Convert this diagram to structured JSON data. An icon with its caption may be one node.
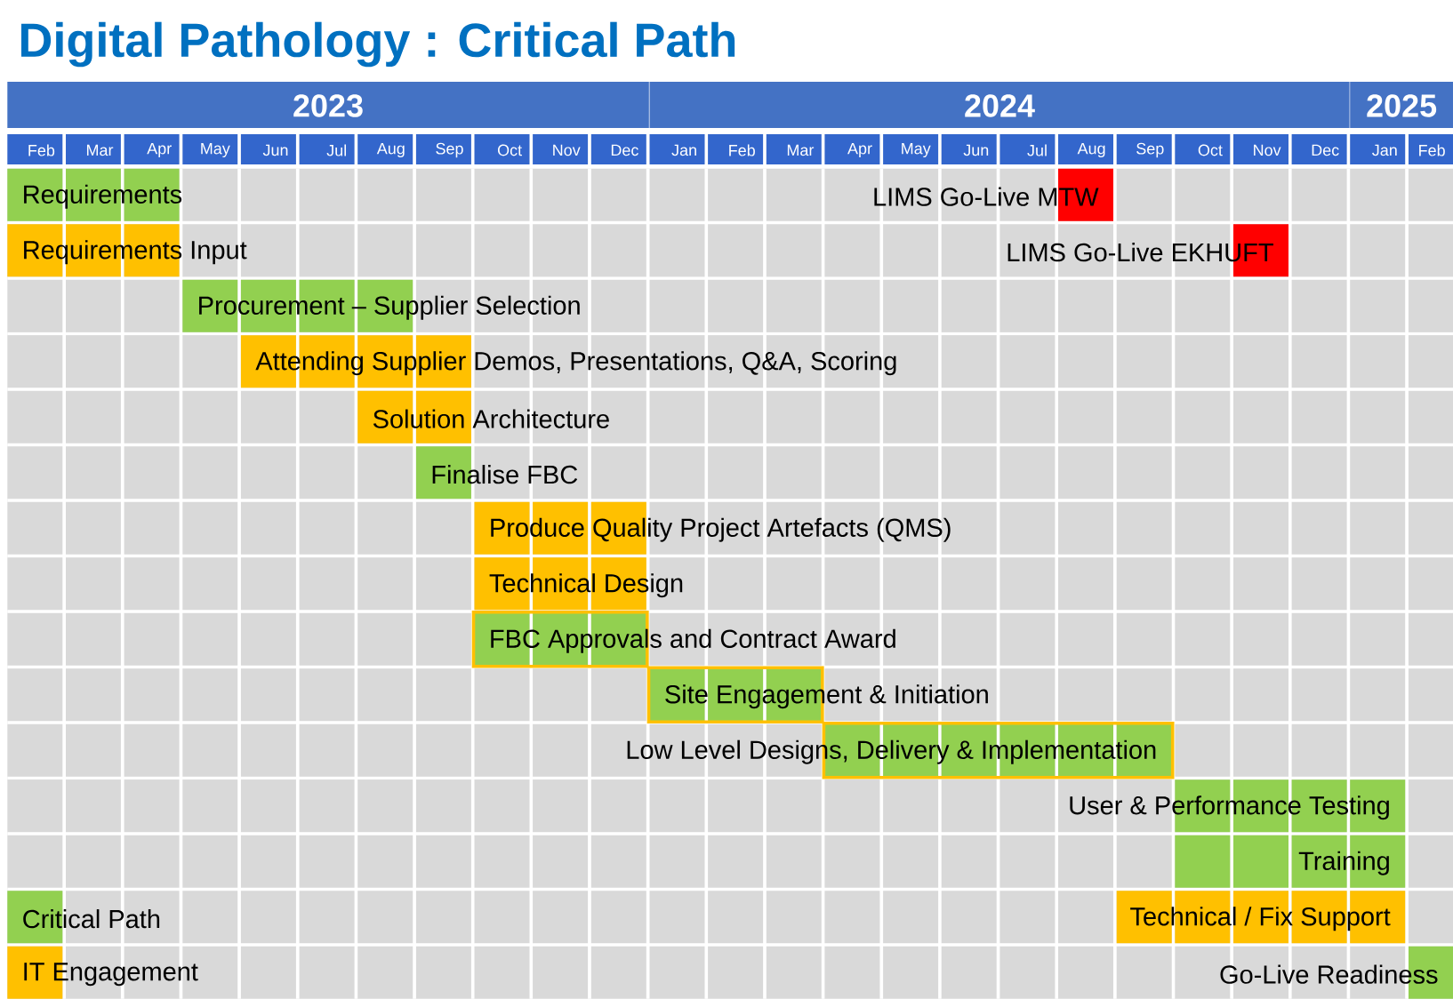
{
  "diagram": {
    "title": "Digital Pathology : Critical Path",
    "nodes": [
      {
        "text": [
          "Requirements"
        ]
      },
      {
        "text": [
          "LIMS Go-Live MTW"
        ]
      },
      {
        "text": [
          "Requirements Input"
        ]
      },
      {
        "text": [
          "LIMS Go-Live EKHUFT"
        ]
      },
      {
        "text": [
          "Procurement – Supplier Selection"
        ]
      },
      {
        "text": [
          "Attending Supplier Demos, Presentations, Q&A, Scoring"
        ]
      },
      {
        "text": [
          "Solution Architecture"
        ]
      },
      {
        "text": [
          "Finalise FBC"
        ]
      },
      {
        "text": [
          "Produce Quality Project Artefacts (QMS)"
        ]
      },
      {
        "text": [
          "Technical Design"
        ]
      },
      {
        "text": [
          "FBC Approvals and Contract Award"
        ]
      },
      {
        "text": [
          "Site Engagement & Initiation"
        ]
      },
      {
        "text": [
          "Low Level Designs, Delivery & Implementation"
        ]
      },
      {
        "text": [
          "User & Performance Testing"
        ]
      },
      {
        "text": [
          "Training"
        ]
      },
      {
        "text": [
          "Technical / Fix Support"
        ]
      },
      {
        "text": [
          "Go-Live Readiness"
        ]
      }
    ],
    "labels": [
      "2023",
      "2024",
      "2025",
      "Feb",
      "Mar",
      "Apr",
      "May",
      "Jun",
      "Jul",
      "Aug",
      "Sep",
      "Oct",
      "Nov",
      "Dec",
      "Jan",
      "Feb",
      "Mar",
      "Apr",
      "May",
      "Jun",
      "Jul",
      "Aug",
      "Sep",
      "Oct",
      "Nov",
      "Dec",
      "Jan",
      "Feb"
    ],
    "legend": [
      {
        "text": "Critical Path",
        "color": "#92d050"
      },
      {
        "text": "IT Engagement",
        "color": "#ffc000"
      }
    ]
  }
}
